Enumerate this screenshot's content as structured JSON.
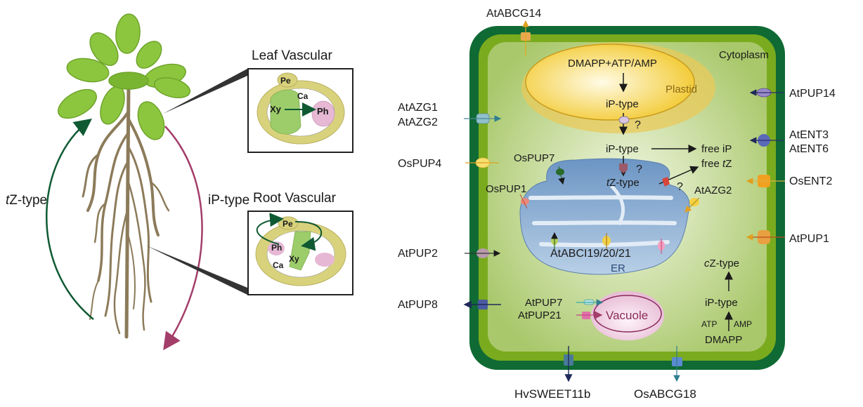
{
  "left_panel": {
    "tz_label_prefix": "t",
    "tz_label_suffix": "Z-type",
    "ip_label": "iP-type",
    "leaf_title": "Leaf  Vascular",
    "root_title": "Root  Vascular",
    "leaf_cells": {
      "pe": "Pe",
      "ca": "Ca",
      "xy": "Xy",
      "ph": "Ph"
    },
    "root_cells": {
      "pe": "Pe",
      "ph": "Ph",
      "ca": "Ca",
      "xy": "Xy"
    },
    "colors": {
      "tz_arrow": "#0f5a33",
      "ip_arrow": "#a33d6a",
      "leaf": "#8cc63f",
      "root": "#8c7b5a"
    }
  },
  "cell": {
    "cytoplasm": "Cytoplasm",
    "plastid": "Plastid",
    "plastid_reaction": "DMAPP+ATP/AMP",
    "plastid_product": "iP-type",
    "question_1": "?",
    "cyto_ip": "iP-type",
    "free_ip": "free iP",
    "free_tz_prefix": "free ",
    "free_tz_italic": "t",
    "free_tz_suffix": "Z",
    "er_tz_italic": "t",
    "er_tz_suffix": "Z-type",
    "question_2": "?",
    "question_3": "?",
    "er": "ER",
    "er_transporters": "AtABCI19/20/21",
    "ospup7": "OsPUP7",
    "ospup1": "OsPUP1",
    "atazg2_inner": "AtAZG2",
    "vacuole": "Vacuole",
    "atpup7": "AtPUP7",
    "atpup21": "AtPUP21",
    "cz_italic": "c",
    "cz_suffix": "Z-type",
    "cyto_ip2": "iP-type",
    "atp": "ATP",
    "amp": "AMP",
    "dmapp": "DMAPP",
    "colors": {
      "wall_outer": "#0f6a34",
      "wall_inner": "#7aab1e",
      "cytoplasm": "#c6dc96",
      "plastid": "#f5d24a",
      "er": "#7fa6cf",
      "vacuole": "#f0cfe2"
    }
  },
  "transporters": {
    "top": "AtABCG14",
    "left": [
      "AtAZG1",
      "AtAZG2",
      "OsPUP4",
      "AtPUP2",
      "AtPUP8"
    ],
    "right": [
      "AtPUP14",
      "AtENT3",
      "AtENT6",
      "OsENT2",
      "AtPUP1"
    ],
    "bottom": [
      "HvSWEET11b",
      "OsABCG18"
    ]
  }
}
